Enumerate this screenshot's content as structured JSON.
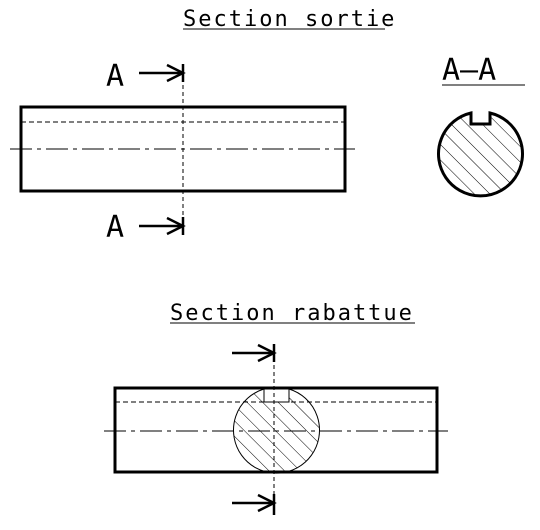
{
  "titles": {
    "section_sortie": "Section sortie",
    "section_rabattue": "Section rabattue",
    "section_view_label": "A–A"
  },
  "cut_markers": {
    "top_letter": "A",
    "bottom_letter": "A"
  },
  "colors": {
    "line": "#000000",
    "background": "#ffffff"
  }
}
